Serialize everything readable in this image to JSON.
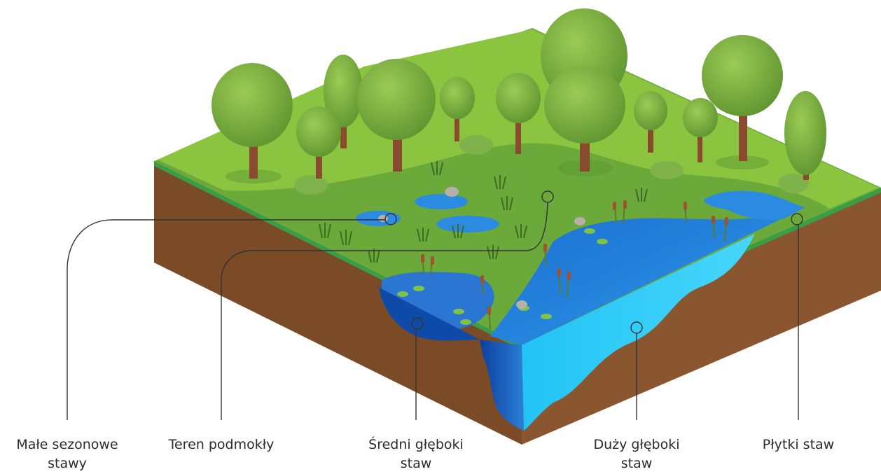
{
  "colors": {
    "grass": "#6fae3a",
    "grass_light": "#8cc63e",
    "grass_edge": "#3fae49",
    "soil_front": "#7a4b2a",
    "soil_side": "#8b5a33",
    "water_deep": "#1e63c4",
    "water_mid": "#2a86dd",
    "water_light": "#19bff2",
    "tree_canopy": "#7cae3a",
    "tree_trunk": "#8a4a2e",
    "leader_line": "#333333"
  },
  "labels": [
    {
      "id": "male-sezonowe-stawy",
      "line1": "Małe sezonowe",
      "line2": "stawy"
    },
    {
      "id": "teren-podmokly",
      "line1": "Teren podmokły",
      "line2": ""
    },
    {
      "id": "sredni-gleboki-staw",
      "line1": "Średni głęboki",
      "line2": "staw"
    },
    {
      "id": "duzy-gleboki-staw",
      "line1": "Duży głęboki",
      "line2": "staw"
    },
    {
      "id": "plytki-staw",
      "line1": "Płytki staw",
      "line2": ""
    }
  ]
}
